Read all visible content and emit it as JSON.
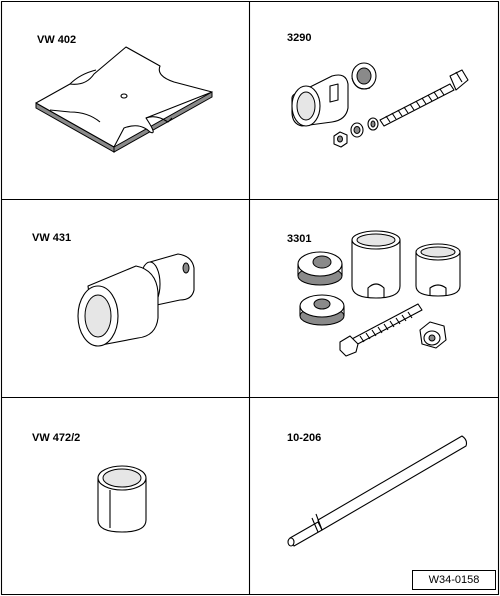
{
  "tools": [
    {
      "id": "vw402",
      "label": "VW 402"
    },
    {
      "id": "t3290",
      "label": "3290"
    },
    {
      "id": "vw431",
      "label": "VW 431"
    },
    {
      "id": "t3301",
      "label": "3301"
    },
    {
      "id": "vw4722",
      "label": "VW 472/2"
    },
    {
      "id": "t10206",
      "label": "10-206"
    }
  ],
  "figure_ref": "W34-0158",
  "colors": {
    "line": "#000000",
    "background": "#ffffff",
    "shade": "#8a8a8a"
  }
}
